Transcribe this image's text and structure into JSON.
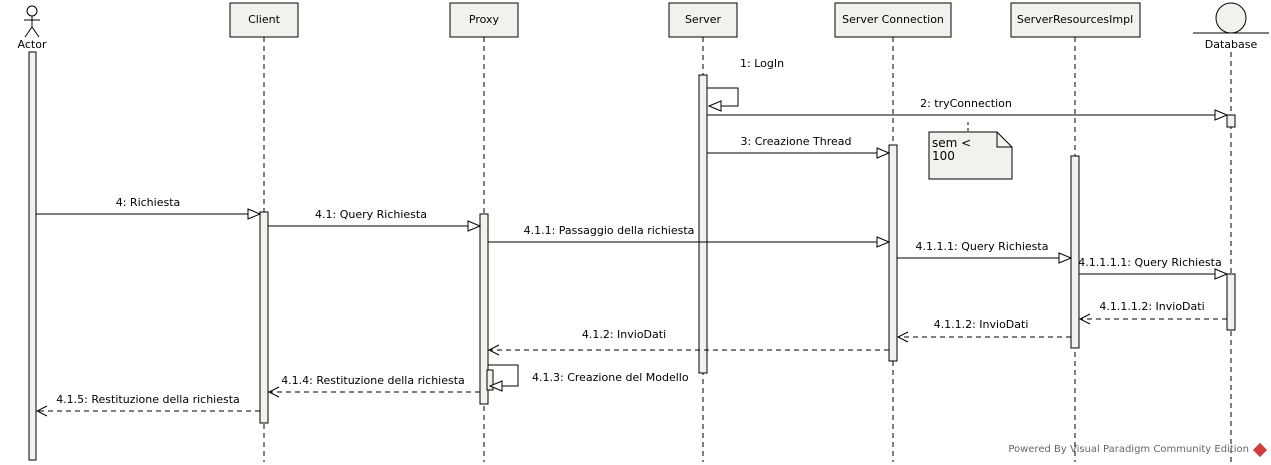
{
  "actor": {
    "label": "Actor"
  },
  "lifelines": {
    "client": "Client",
    "proxy": "Proxy",
    "server": "Server",
    "server_connection": "Server Connection",
    "server_resources": "ServerResourcesImpl",
    "database": "Database"
  },
  "messages": {
    "m1": "1: LogIn",
    "m2": "2: tryConnection",
    "m3": "3: Creazione Thread",
    "m4": "4: Richiesta",
    "m41": "4.1: Query Richiesta",
    "m411": "4.1.1: Passaggio della richiesta",
    "m4111": "4.1.1.1: Query Richiesta",
    "m41111": "4.1.1.1.1: Query Richiesta",
    "m41112": "4.1.1.1.2: InvioDati",
    "m4112": "4.1.1.2: InvioDati",
    "m412": "4.1.2: InvioDati",
    "m413": "4.1.3: Creazione del Modello",
    "m414": "4.1.4: Restituzione della richiesta",
    "m415": "4.1.5: Restituzione della richiesta"
  },
  "note": {
    "line1": "sem <",
    "line2": "100"
  },
  "watermark": "Powered By Visual Paradigm Community Edition"
}
